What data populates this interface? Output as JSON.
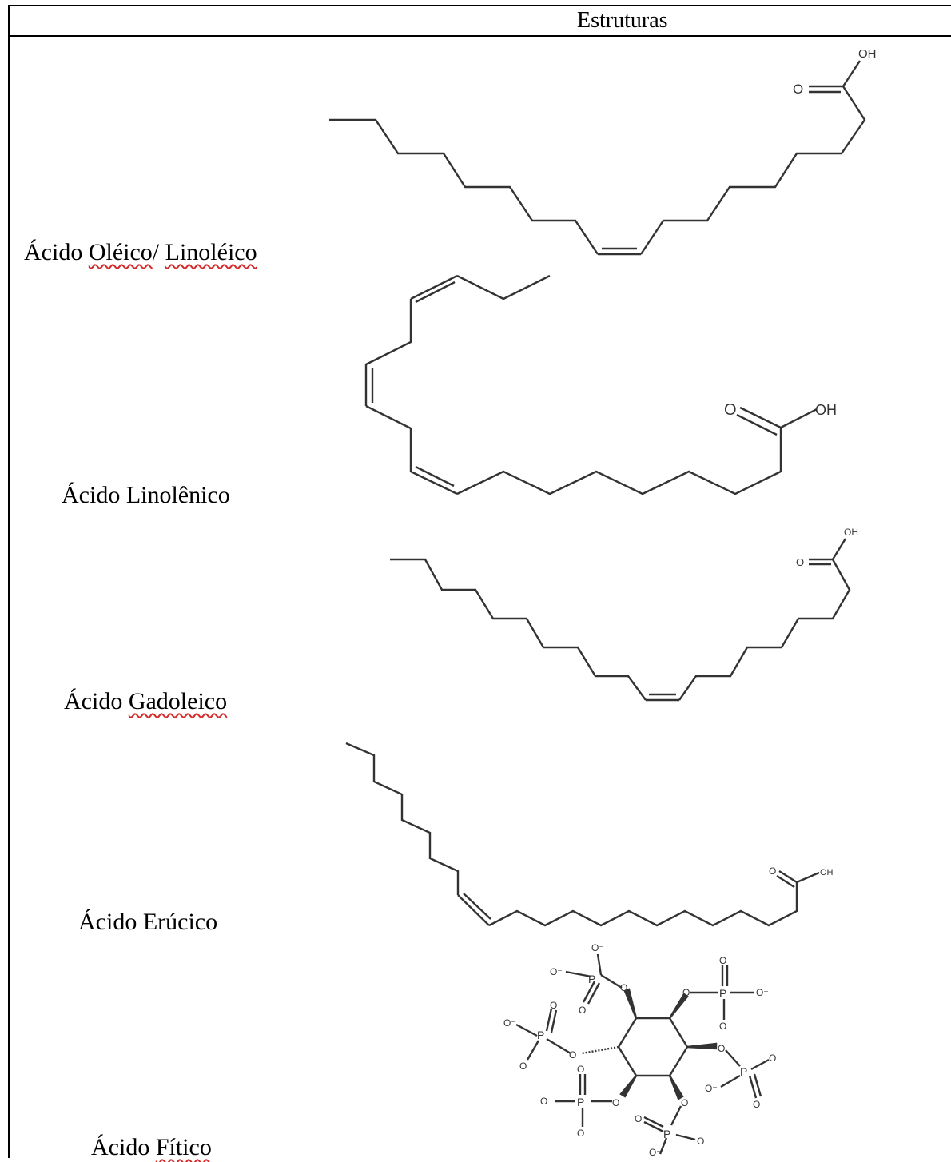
{
  "table": {
    "header": "Estruturas",
    "rows": [
      {
        "name_prefix": "Ácido ",
        "name_word1": "Oléico",
        "name_sep": "/ ",
        "name_word2": "Linoléico"
      },
      {
        "name_prefix": "Ácido Linolênico"
      },
      {
        "name_prefix": "Ácido ",
        "name_word1": "Gadoleico"
      },
      {
        "name_prefix": "Ácido Erúcico"
      },
      {
        "name_prefix": "Ácido ",
        "name_word1": "Fítico"
      }
    ]
  },
  "labels": {
    "oh": "OH",
    "o": "O",
    "p": "P",
    "o_minus": "O⁻"
  }
}
